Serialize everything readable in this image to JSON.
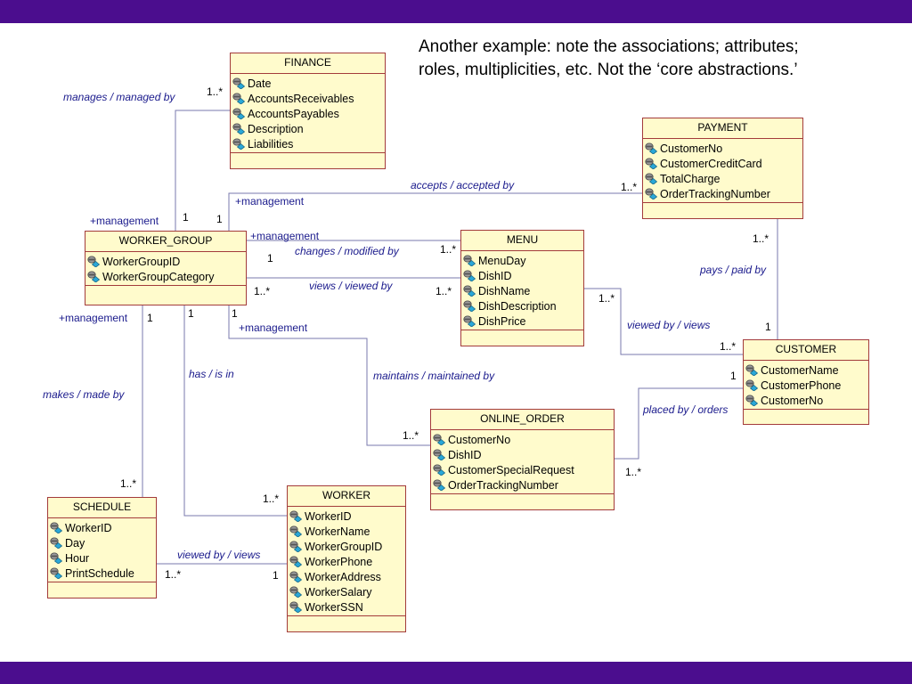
{
  "caption": {
    "line1": "Another example:  note the associations;  attributes;",
    "line2": "roles, multiplicities, etc.  Not the ‘core abstractions.’"
  },
  "classes": {
    "finance": {
      "name": "FINANCE",
      "attributes": [
        "Date",
        "AccountsReceivables",
        "AccountsPayables",
        "Description",
        "Liabilities"
      ]
    },
    "payment": {
      "name": "PAYMENT",
      "attributes": [
        "CustomerNo",
        "CustomerCreditCard",
        "TotalCharge",
        "OrderTrackingNumber"
      ]
    },
    "worker_group": {
      "name": "WORKER_GROUP",
      "attributes": [
        "WorkerGroupID",
        "WorkerGroupCategory"
      ]
    },
    "menu": {
      "name": "MENU",
      "attributes": [
        "MenuDay",
        "DishID",
        "DishName",
        "DishDescription",
        "DishPrice"
      ]
    },
    "customer": {
      "name": "CUSTOMER",
      "attributes": [
        "CustomerName",
        "CustomerPhone",
        "CustomerNo"
      ]
    },
    "online_order": {
      "name": "ONLINE_ORDER",
      "attributes": [
        "CustomerNo",
        "DishID",
        "CustomerSpecialRequest",
        "OrderTrackingNumber"
      ]
    },
    "schedule": {
      "name": "SCHEDULE",
      "attributes": [
        "WorkerID",
        "Day",
        "Hour",
        "PrintSchedule"
      ]
    },
    "worker": {
      "name": "WORKER",
      "attributes": [
        "WorkerID",
        "WorkerName",
        "WorkerGroupID",
        "WorkerPhone",
        "WorkerAddress",
        "WorkerSalary",
        "WorkerSSN"
      ]
    }
  },
  "associations": {
    "manages": "manages / managed by",
    "accepts": "accepts / accepted by",
    "changes": "changes / modified by",
    "views_menu": "views / viewed by",
    "pays": "pays / paid by",
    "viewed_by_customer": "viewed by / views",
    "placed_by": "placed by / orders",
    "maintains": "maintains / maintained by",
    "has_is_in": "has / is in",
    "makes": "makes  / made by",
    "viewed_by_schedule": "viewed by / views"
  },
  "roles": {
    "wg_finance": "+management",
    "wg_payment": "+management",
    "wg_menu": "+management",
    "wg_schedule": "+management",
    "wg_order": "+management"
  },
  "multiplicities": {
    "finance_end": "1..*",
    "wg_finance": "1",
    "wg_payment": "1",
    "payment_end": "1..*",
    "wg_menu_changes": "1",
    "menu_changes_end": "1..*",
    "wg_views": "1..*",
    "menu_views_end": "1..*",
    "payment_pays": "1..*",
    "customer_pays": "1",
    "menu_viewed_by": "1..*",
    "customer_viewed_by": "1..*",
    "customer_placed": "1",
    "order_placed": "1..*",
    "wg_schedule": "1",
    "wg_worker": "1",
    "wg_order": "1",
    "order_maintains": "1..*",
    "schedule_makes": "1..*",
    "worker_has": "1..*",
    "schedule_views": "1..*",
    "worker_views": "1"
  },
  "colors": {
    "header_bar": "#4b0d8e",
    "class_fill": "#fffbcc",
    "class_border": "#a33b3b",
    "association_line": "#7a7aae",
    "label_blue": "#1a1a8c"
  }
}
